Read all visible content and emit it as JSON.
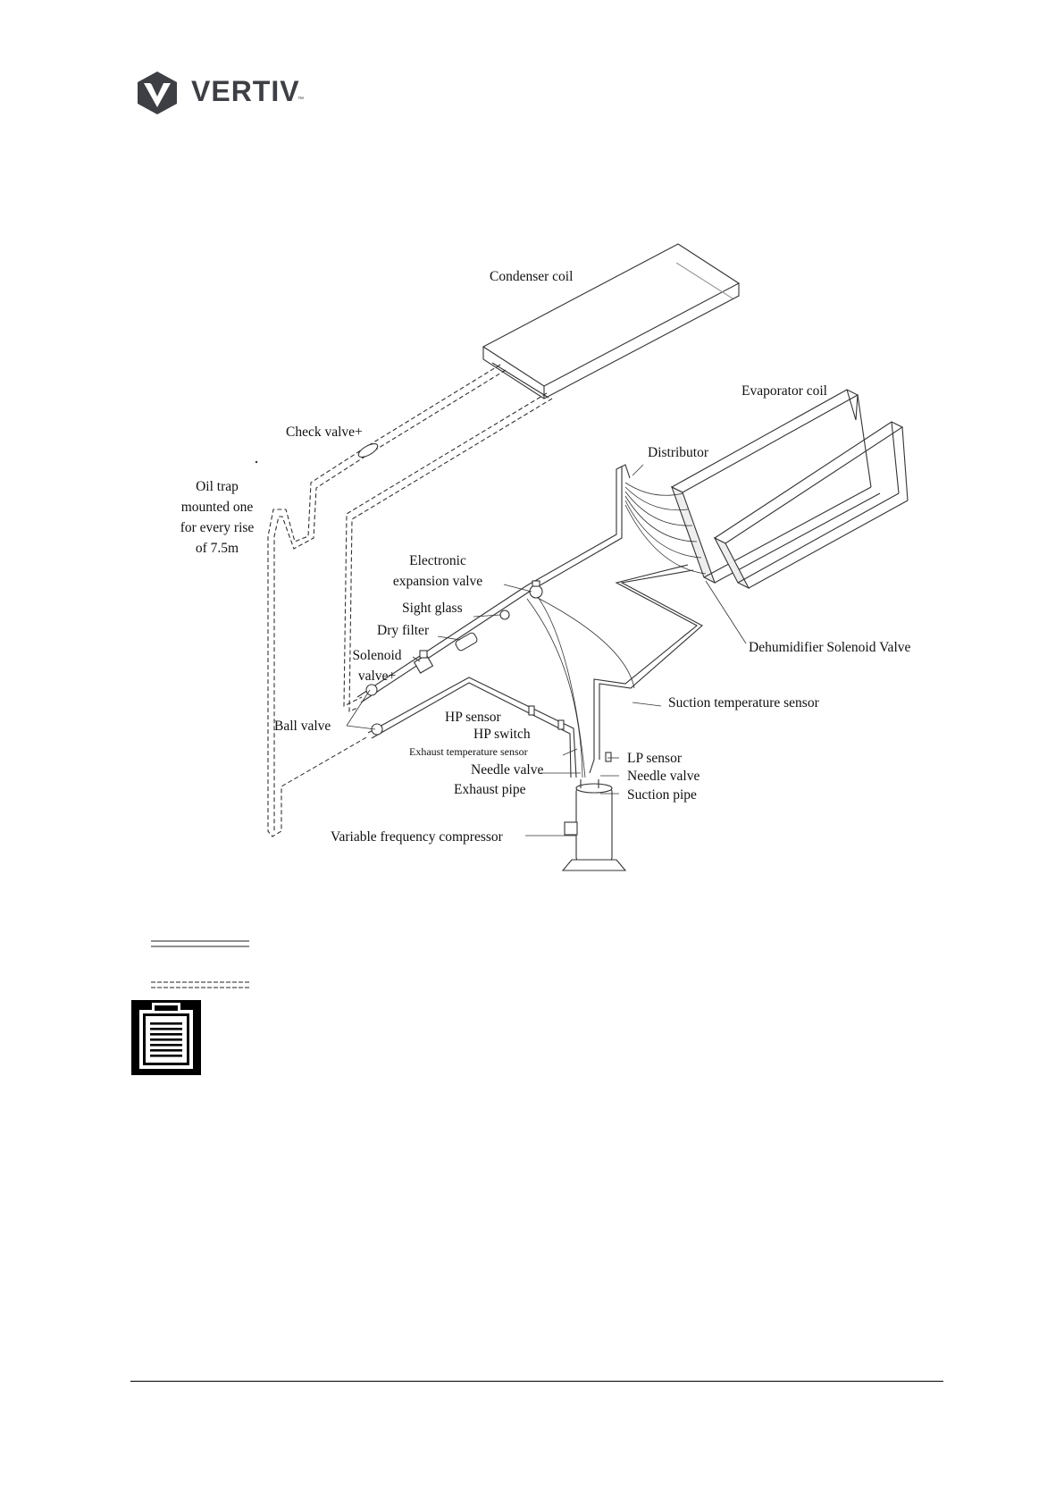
{
  "brand": {
    "name": "VERTIV",
    "tm": "™",
    "color": "#3d3f44"
  },
  "diagram": {
    "labels": {
      "condenser_coil": "Condenser coil",
      "evaporator_coil": "Evaporator coil",
      "check_valve": "Check valve+",
      "distributor": "Distributor",
      "oil_trap": [
        "Oil trap",
        "mounted one",
        "for every rise",
        "of 7.5m"
      ],
      "electronic_expansion_valve": [
        "Electronic",
        "expansion valve"
      ],
      "sight_glass": "Sight glass",
      "dry_filter": "Dry filter",
      "solenoid_valve": [
        "Solenoid",
        "valve+"
      ],
      "dehumidifier_solenoid_valve": "Dehumidifier Solenoid Valve",
      "suction_temperature_sensor": "Suction temperature sensor",
      "ball_valve": "Ball valve",
      "hp_sensor": "HP sensor",
      "hp_switch": "HP switch",
      "exhaust_temperature_sensor": "Exhaust temperature sensor",
      "needle_valve_left": "Needle valve",
      "exhaust_pipe": "Exhaust pipe",
      "lp_sensor": "LP sensor",
      "needle_valve_right": "Needle valve",
      "suction_pipe": "Suction pipe",
      "variable_frequency_compressor": "Variable frequency compressor"
    }
  },
  "icons": {
    "note": "clipboard-note-icon",
    "logo": "vertiv-logo-icon"
  }
}
